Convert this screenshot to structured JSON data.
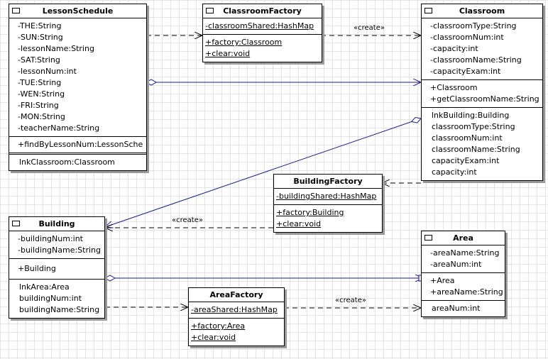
{
  "classes": {
    "lesson_schedule": {
      "name": "LessonSchedule",
      "attributes": [
        "-THE:String",
        "-SUN:String",
        "-lessonName:String",
        "-SAT:String",
        "-lessonNum:int",
        "-TUE:String",
        "-WEN:String",
        "-FRI:String",
        "-MON:String",
        "-teacherName:String"
      ],
      "operations": [
        "+findByLessonNum:LessonSche"
      ],
      "links": [
        "lnkClassroom:Classroom"
      ]
    },
    "classroom_factory": {
      "name": "ClassroomFactory",
      "attributes": [
        "-classroomShared:HashMap"
      ],
      "operations": [
        "+factory:Classroom",
        "+clear:void"
      ]
    },
    "classroom": {
      "name": "Classroom",
      "attributes": [
        "-classroomType:String",
        "-classroomNum:int",
        "-capacity:int",
        "-classroomName:String",
        "-capacityExam:int"
      ],
      "operations": [
        "+Classroom",
        "+getClassroomName:String"
      ],
      "links": [
        "lnkBuilding:Building",
        "classroomType:String",
        "classroomNum:int",
        "classroomName:String",
        "capacityExam:int",
        "capacity:int"
      ]
    },
    "building_factory": {
      "name": "BuildingFactory",
      "attributes": [
        "-buildingShared:HashMap"
      ],
      "operations": [
        "+factory:Building",
        "+clear:void"
      ]
    },
    "building": {
      "name": "Building",
      "attributes": [
        "-buildingNum:int",
        "-buildingName:String"
      ],
      "operations": [
        "+Building"
      ],
      "links": [
        "lnkArea:Area",
        "buildingNum:int",
        "buildingName:String"
      ]
    },
    "area_factory": {
      "name": "AreaFactory",
      "attributes": [
        "-areaShared:HashMap"
      ],
      "operations": [
        "+factory:Area",
        "+clear:void"
      ]
    },
    "area": {
      "name": "Area",
      "attributes": [
        "-areaName:String",
        "-areaNum:int"
      ],
      "operations": [
        "+Area",
        "+areaName:String"
      ],
      "links": [
        "areaNum:int"
      ]
    }
  },
  "edge_labels": {
    "create_classroom": "«create»",
    "create_building": "«create»",
    "create_area": "«create»"
  },
  "colors": {
    "association": "#1a1a8c",
    "dependency": "#000000",
    "grid": "#e3e3e3"
  }
}
